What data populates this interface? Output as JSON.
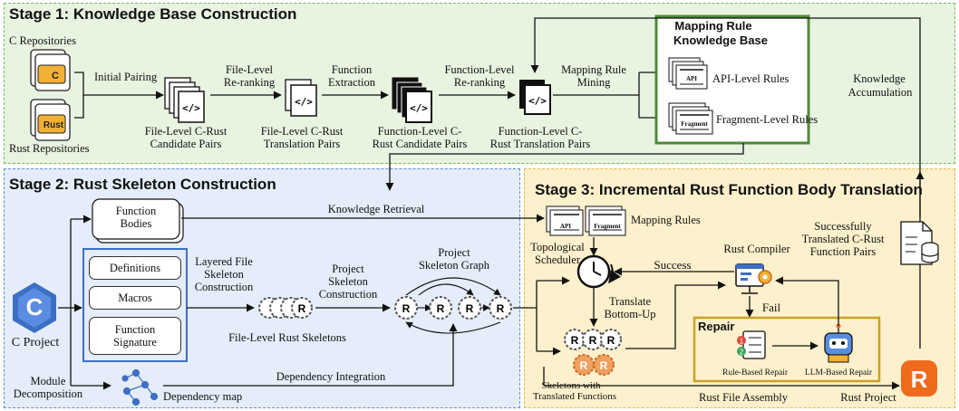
{
  "stage1": {
    "title": "Stage 1: Knowledge Base Construction",
    "c_repos": "C Repositories",
    "rust_repos": "Rust Repositories",
    "c_badge": "C",
    "rust_badge": "Rust",
    "initial_pairing": "Initial Pairing",
    "file_rerank_1": "File-Level",
    "file_rerank_2": "Re-ranking",
    "func_extract_1": "Function",
    "func_extract_2": "Extraction",
    "func_rerank_1": "Function-Level",
    "func_rerank_2": "Re-ranking",
    "rule_mining_1": "Mapping Rule",
    "rule_mining_2": "Mining",
    "file_candidate_1": "File-Level C-Rust",
    "file_candidate_2": "Candidate Pairs",
    "file_translation_1": "File-Level C-Rust",
    "file_translation_2": "Translation Pairs",
    "func_candidate_1": "Function-Level C-",
    "func_candidate_2": "Rust Candidate Pairs",
    "func_translation_1": "Function-Level C-",
    "func_translation_2": "Rust Translation Pairs",
    "kb_title_1": "Mapping Rule",
    "kb_title_2": "Knowledge Base",
    "api_doc": "API",
    "fragment_doc": "Fragment",
    "api_rules": "API-Level Rules",
    "fragment_rules": "Fragment-Level Rules",
    "knowledge_acc_1": "Knowledge",
    "knowledge_acc_2": "Accumulation"
  },
  "stage2": {
    "title": "Stage 2: Rust Skeleton Construction",
    "function_bodies_1": "Function",
    "function_bodies_2": "Bodies",
    "definitions": "Definitions",
    "macros": "Macros",
    "func_sig_1": "Function",
    "func_sig_2": "Signature",
    "c_project": "C Project",
    "layered_1": "Layered File",
    "layered_2": "Skeleton",
    "layered_3": "Construction",
    "proj_skel_1": "Project",
    "proj_skel_2": "Skeleton",
    "proj_skel_3": "Construction",
    "graph_1": "Project",
    "graph_2": "Skeleton Graph",
    "file_level_skeletons": "File-Level Rust Skeletons",
    "knowledge_retrieval": "Knowledge  Retrieval",
    "dependency_integration": "Dependency Integration",
    "module_decomp_1": "Module",
    "module_decomp_2": "Decomposition",
    "dependency_map": "Dependency map"
  },
  "stage3": {
    "title": "Stage 3: Incremental Rust Function Body Translation",
    "mapping_rules": "Mapping Rules",
    "topo_1": "Topological",
    "topo_2": "Scheduler",
    "rust_compiler": "Rust Compiler",
    "success": "Success",
    "fail": "Fail",
    "translate_1": "Translate",
    "translate_2": "Bottom-Up",
    "repair": "Repair",
    "rule_repair": "Rule-Based Repair",
    "llm_repair": "LLM-Based Repair",
    "skel_trans_1": "Skeletons with",
    "skel_trans_2": "Translated Functions",
    "rust_file_assembly": "Rust File Assembly",
    "rust_project": "Rust Project",
    "succ_1": "Successfully",
    "succ_2": "Translated C-Rust",
    "succ_3": "Function Pairs",
    "rust_logo": "R"
  },
  "colors": {
    "stage1_bg": "#e8f3e0",
    "stage1_border": "#7cb85e",
    "stage2_bg": "#e4edf9",
    "stage2_border": "#5b8fd6",
    "stage3_bg": "#fdf0cc",
    "stage3_border": "#e8b94a",
    "kb_border": "#4e8a3a",
    "repair_border": "#c9a227",
    "c_yellow": "#f2b134",
    "c_blue": "#3c6fc4",
    "rust_orange": "#f06a1d"
  }
}
